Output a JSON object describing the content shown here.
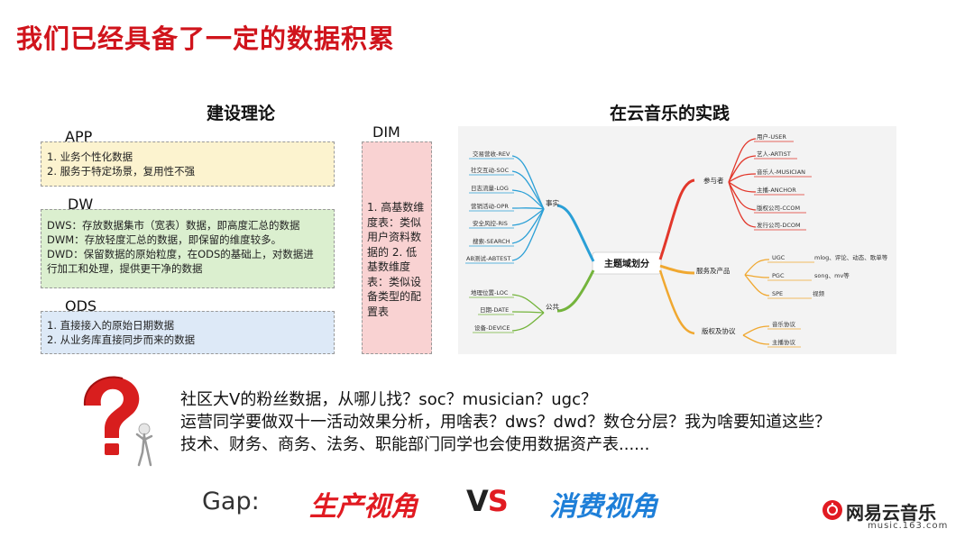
{
  "title": "我们已经具备了一定的数据积累",
  "theory": {
    "heading": "建设理论",
    "app": {
      "label": "APP",
      "lines": [
        "1. 业务个性化数据",
        "2. 服务于特定场景，复用性不强"
      ]
    },
    "dw": {
      "label": "DW",
      "lines": [
        "DWS：存放数据集市（宽表）数据，即高度汇总的数据",
        "DWM：存放轻度汇总的数据，即保留的维度较多。",
        "DWD：保留数据的原始粒度，在ODS的基础上，对数据进",
        "行加工和处理，提供更干净的数据"
      ]
    },
    "ods": {
      "label": "ODS",
      "lines": [
        "1. 直接接入的原始日期数据",
        "2. 从业务库直接同步而来的数据"
      ]
    },
    "dim": {
      "label": "DIM",
      "text": "1. 高基数维度表：类似用户资料数据的 2. 低基数维度表：类似设备类型的配置表"
    }
  },
  "practice": {
    "heading": "在云音乐的实践",
    "center": "主题域划分",
    "fact": {
      "label": "事实",
      "items": [
        "交易营收-REV",
        "社交互动-SOC",
        "日志流量-LOG",
        "营销活动-OPR",
        "安全风控-RIS",
        "搜索-SEARCH",
        "AB测试-ABTEST"
      ]
    },
    "public": {
      "label": "公共",
      "items": [
        "地理位置-LOC",
        "日期-DATE",
        "设备-DEVICE"
      ]
    },
    "participants": {
      "label": "参与者",
      "items": [
        "用户-USER",
        "艺人-ARTIST",
        "音乐人-MUSICIAN",
        "主播-ANCHOR",
        "版权公司-CCOM",
        "发行公司-DCOM"
      ]
    },
    "services": {
      "label": "服务及产品",
      "items": [
        "UGC",
        "PGC",
        "SPE"
      ],
      "notes": [
        "mlog、评论、动态、歌单等",
        "song、mv等",
        "视频"
      ]
    },
    "copyright": {
      "label": "版权及协议",
      "items": [
        "音乐协议",
        "主播协议"
      ]
    }
  },
  "questions": [
    "社区大V的粉丝数据，从哪儿找？soc？musician？ugc？",
    "运营同学要做双十一活动效果分析，用啥表？dws？dwd？数仓分层？我为啥要知道这些？",
    "技术、财务、商务、法务、职能部门同学也会使用数据资产表......"
  ],
  "gap": {
    "label": "Gap:",
    "left": "生产视角",
    "vs_v": "V",
    "vs_s": "S",
    "right": "消费视角"
  },
  "brand": {
    "name": "网易云音乐",
    "url": "music.163.com"
  },
  "colors": {
    "title": "#d0141c",
    "production": "#e11b22",
    "consumption": "#1e7fd8",
    "fact_branch": "#2a9fd6",
    "public_branch": "#74b43c",
    "participants_branch": "#e2372b",
    "services_branch": "#f0a830"
  }
}
